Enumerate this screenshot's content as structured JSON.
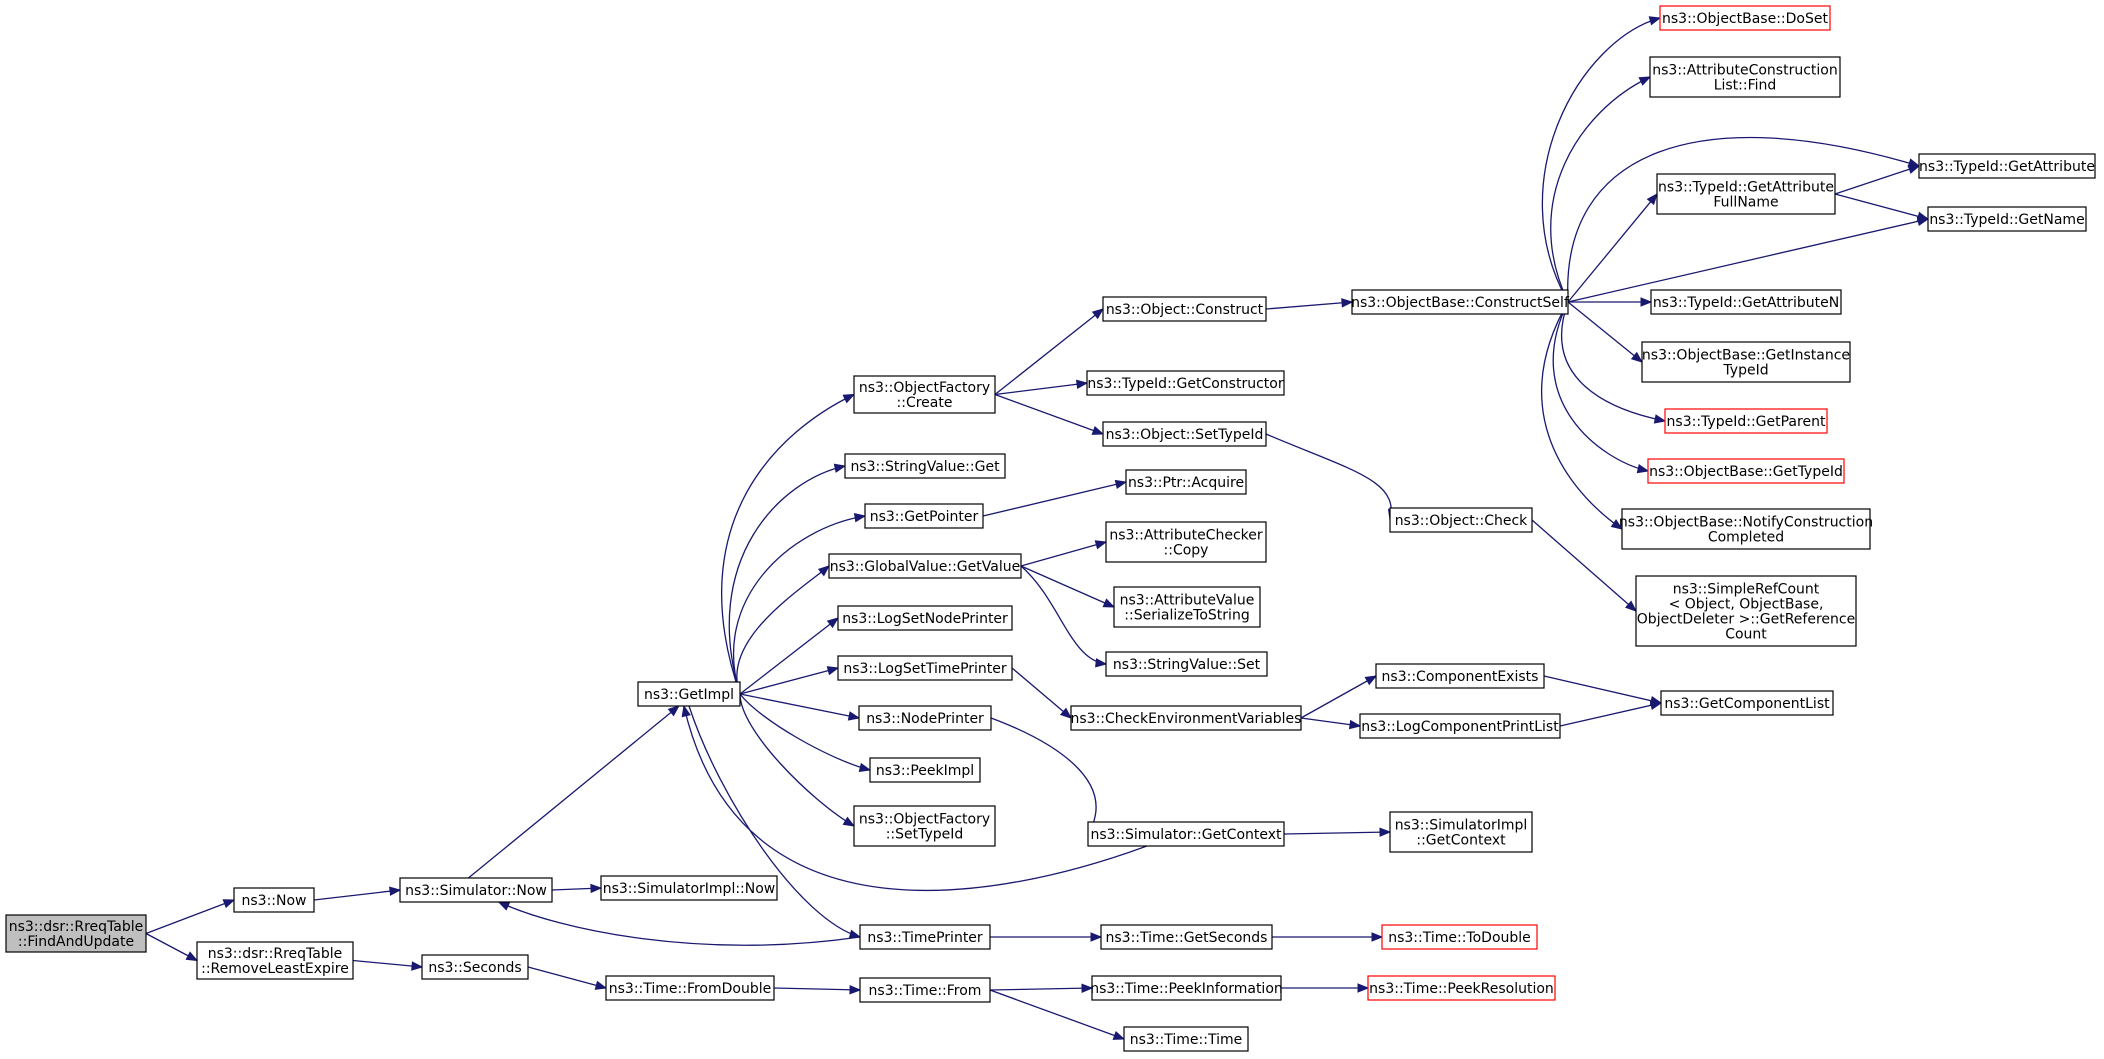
{
  "colors": {
    "edge": "#191970",
    "node_border": "#000000",
    "node_border_truncated": "#ff0000",
    "root_fill": "#bfbfbf",
    "node_fill": "#ffffff"
  },
  "nodes": [
    {
      "id": "root",
      "lines": [
        "ns3::dsr::RreqTable",
        "::FindAndUpdate"
      ],
      "root": true
    },
    {
      "id": "now",
      "lines": [
        "ns3::Now"
      ]
    },
    {
      "id": "rle",
      "lines": [
        "ns3::dsr::RreqTable",
        "::RemoveLeastExpire"
      ]
    },
    {
      "id": "simnow",
      "lines": [
        "ns3::Simulator::Now"
      ]
    },
    {
      "id": "seconds",
      "lines": [
        "ns3::Seconds"
      ]
    },
    {
      "id": "getimpl",
      "lines": [
        "ns3::GetImpl"
      ]
    },
    {
      "id": "simimplnow",
      "lines": [
        "ns3::SimulatorImpl::Now"
      ]
    },
    {
      "id": "fromdouble",
      "lines": [
        "ns3::Time::FromDouble"
      ]
    },
    {
      "id": "ofcreate",
      "lines": [
        "ns3::ObjectFactory",
        "::Create"
      ]
    },
    {
      "id": "svget",
      "lines": [
        "ns3::StringValue::Get"
      ]
    },
    {
      "id": "getpointer",
      "lines": [
        "ns3::GetPointer"
      ]
    },
    {
      "id": "gvgetvalue",
      "lines": [
        "ns3::GlobalValue::GetValue"
      ]
    },
    {
      "id": "logsetnode",
      "lines": [
        "ns3::LogSetNodePrinter"
      ]
    },
    {
      "id": "logsettime",
      "lines": [
        "ns3::LogSetTimePrinter"
      ]
    },
    {
      "id": "nodeprinter",
      "lines": [
        "ns3::NodePrinter"
      ]
    },
    {
      "id": "peekimpl",
      "lines": [
        "ns3::PeekImpl"
      ]
    },
    {
      "id": "ofsettypeid",
      "lines": [
        "ns3::ObjectFactory",
        "::SetTypeId"
      ]
    },
    {
      "id": "timeprinter",
      "lines": [
        "ns3::TimePrinter"
      ]
    },
    {
      "id": "timefrom",
      "lines": [
        "ns3::Time::From"
      ]
    },
    {
      "id": "objconstruct",
      "lines": [
        "ns3::Object::Construct"
      ]
    },
    {
      "id": "getconstructor",
      "lines": [
        "ns3::TypeId::GetConstructor"
      ]
    },
    {
      "id": "objsettypeid",
      "lines": [
        "ns3::Object::SetTypeId"
      ]
    },
    {
      "id": "ptracquire",
      "lines": [
        "ns3::Ptr::Acquire"
      ]
    },
    {
      "id": "accopy",
      "lines": [
        "ns3::AttributeChecker",
        "::Copy"
      ]
    },
    {
      "id": "avserialize",
      "lines": [
        "ns3::AttributeValue",
        "::SerializeToString"
      ]
    },
    {
      "id": "svset",
      "lines": [
        "ns3::StringValue::Set"
      ]
    },
    {
      "id": "checkenv",
      "lines": [
        "ns3::CheckEnvironmentVariables"
      ]
    },
    {
      "id": "simgetcontext",
      "lines": [
        "ns3::Simulator::GetContext"
      ]
    },
    {
      "id": "timegetseconds",
      "lines": [
        "ns3::Time::GetSeconds"
      ]
    },
    {
      "id": "peekinfo",
      "lines": [
        "ns3::Time::PeekInformation"
      ]
    },
    {
      "id": "timetime",
      "lines": [
        "ns3::Time::Time"
      ]
    },
    {
      "id": "constructself",
      "lines": [
        "ns3::ObjectBase::ConstructSelf"
      ]
    },
    {
      "id": "objcheck",
      "lines": [
        "ns3::Object::Check"
      ]
    },
    {
      "id": "compexists",
      "lines": [
        "ns3::ComponentExists"
      ]
    },
    {
      "id": "logcompprint",
      "lines": [
        "ns3::LogComponentPrintList"
      ]
    },
    {
      "id": "simimplgetcontext",
      "lines": [
        "ns3::SimulatorImpl",
        "::GetContext"
      ]
    },
    {
      "id": "todouble",
      "lines": [
        "ns3::Time::ToDouble"
      ],
      "truncated": true
    },
    {
      "id": "peekres",
      "lines": [
        "ns3::Time::PeekResolution"
      ],
      "truncated": true
    },
    {
      "id": "doset",
      "lines": [
        "ns3::ObjectBase::DoSet"
      ],
      "truncated": true
    },
    {
      "id": "aclfind",
      "lines": [
        "ns3::AttributeConstruction",
        "List::Find"
      ]
    },
    {
      "id": "getattrfullname",
      "lines": [
        "ns3::TypeId::GetAttribute",
        "FullName"
      ]
    },
    {
      "id": "getattributen",
      "lines": [
        "ns3::TypeId::GetAttributeN"
      ]
    },
    {
      "id": "getinstancetypeid",
      "lines": [
        "ns3::ObjectBase::GetInstance",
        "TypeId"
      ]
    },
    {
      "id": "getparent",
      "lines": [
        "ns3::TypeId::GetParent"
      ],
      "truncated": true
    },
    {
      "id": "obgettypeid",
      "lines": [
        "ns3::ObjectBase::GetTypeId"
      ],
      "truncated": true
    },
    {
      "id": "notifyconstruction",
      "lines": [
        "ns3::ObjectBase::NotifyConstruction",
        "Completed"
      ]
    },
    {
      "id": "simplerefcount",
      "lines": [
        "ns3::SimpleRefCount",
        "< Object, ObjectBase,",
        "ObjectDeleter >::GetReference",
        "Count"
      ]
    },
    {
      "id": "getcomponentlist",
      "lines": [
        "ns3::GetComponentList"
      ]
    },
    {
      "id": "getattribute",
      "lines": [
        "ns3::TypeId::GetAttribute"
      ]
    },
    {
      "id": "getname",
      "lines": [
        "ns3::TypeId::GetName"
      ]
    }
  ],
  "edges": [
    [
      "root",
      "now"
    ],
    [
      "root",
      "rle"
    ],
    [
      "now",
      "simnow"
    ],
    [
      "rle",
      "seconds"
    ],
    [
      "simnow",
      "getimpl"
    ],
    [
      "simnow",
      "simimplnow"
    ],
    [
      "seconds",
      "fromdouble"
    ],
    [
      "getimpl",
      "ofcreate"
    ],
    [
      "getimpl",
      "svget"
    ],
    [
      "getimpl",
      "getpointer"
    ],
    [
      "getimpl",
      "gvgetvalue"
    ],
    [
      "getimpl",
      "logsetnode"
    ],
    [
      "getimpl",
      "logsettime"
    ],
    [
      "getimpl",
      "nodeprinter"
    ],
    [
      "getimpl",
      "peekimpl"
    ],
    [
      "getimpl",
      "ofsettypeid"
    ],
    [
      "getimpl",
      "timeprinter"
    ],
    [
      "fromdouble",
      "timefrom"
    ],
    [
      "ofcreate",
      "objconstruct"
    ],
    [
      "ofcreate",
      "getconstructor"
    ],
    [
      "ofcreate",
      "objsettypeid"
    ],
    [
      "getpointer",
      "ptracquire"
    ],
    [
      "gvgetvalue",
      "accopy"
    ],
    [
      "gvgetvalue",
      "avserialize"
    ],
    [
      "gvgetvalue",
      "svset"
    ],
    [
      "logsettime",
      "checkenv"
    ],
    [
      "nodeprinter",
      "simgetcontext"
    ],
    [
      "timeprinter",
      "simnow"
    ],
    [
      "timeprinter",
      "timegetseconds"
    ],
    [
      "timefrom",
      "peekinfo"
    ],
    [
      "timefrom",
      "timetime"
    ],
    [
      "objconstruct",
      "constructself"
    ],
    [
      "objsettypeid",
      "objcheck"
    ],
    [
      "checkenv",
      "compexists"
    ],
    [
      "checkenv",
      "logcompprint"
    ],
    [
      "simgetcontext",
      "getimpl"
    ],
    [
      "simgetcontext",
      "simimplgetcontext"
    ],
    [
      "timegetseconds",
      "todouble"
    ],
    [
      "peekinfo",
      "peekres"
    ],
    [
      "constructself",
      "doset"
    ],
    [
      "constructself",
      "aclfind"
    ],
    [
      "constructself",
      "getattribute"
    ],
    [
      "constructself",
      "getattrfullname"
    ],
    [
      "constructself",
      "getname"
    ],
    [
      "constructself",
      "getattributen"
    ],
    [
      "constructself",
      "getinstancetypeid"
    ],
    [
      "constructself",
      "getparent"
    ],
    [
      "constructself",
      "obgettypeid"
    ],
    [
      "constructself",
      "notifyconstruction"
    ],
    [
      "objcheck",
      "simplerefcount"
    ],
    [
      "compexists",
      "getcomponentlist"
    ],
    [
      "logcompprint",
      "getcomponentlist"
    ],
    [
      "getattrfullname",
      "getattribute"
    ],
    [
      "getattrfullname",
      "getname"
    ]
  ]
}
